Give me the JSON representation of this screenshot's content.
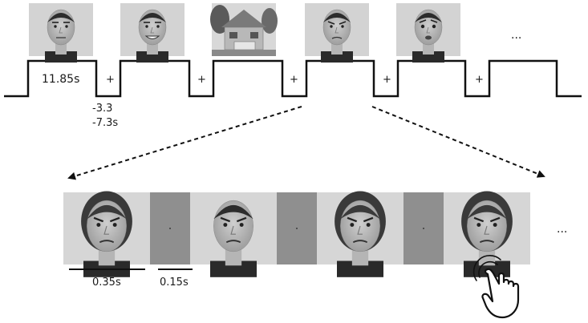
{
  "block": {
    "stimuli": [
      {
        "kind": "face",
        "expression": "neutral"
      },
      {
        "kind": "face",
        "expression": "happy"
      },
      {
        "kind": "house"
      },
      {
        "kind": "face",
        "expression": "angry"
      },
      {
        "kind": "face",
        "expression": "fearful"
      }
    ],
    "more_marker": "...",
    "fixation_symbol": "+",
    "block_duration": "11.85s",
    "rest_duration_line1": "-3.3",
    "rest_duration_line2": "-7.3s"
  },
  "trials": {
    "frames": [
      {
        "kind": "face",
        "expression": "angry",
        "sex": "female"
      },
      {
        "kind": "blank"
      },
      {
        "kind": "face",
        "expression": "angry",
        "sex": "male"
      },
      {
        "kind": "blank"
      },
      {
        "kind": "face",
        "expression": "angry",
        "sex": "female"
      },
      {
        "kind": "blank"
      },
      {
        "kind": "face",
        "expression": "angry",
        "sex": "female"
      }
    ],
    "more_marker": "...",
    "face_duration": "0.35s",
    "blank_duration": "0.15s",
    "response_icon": "pointing-hand-icon"
  }
}
